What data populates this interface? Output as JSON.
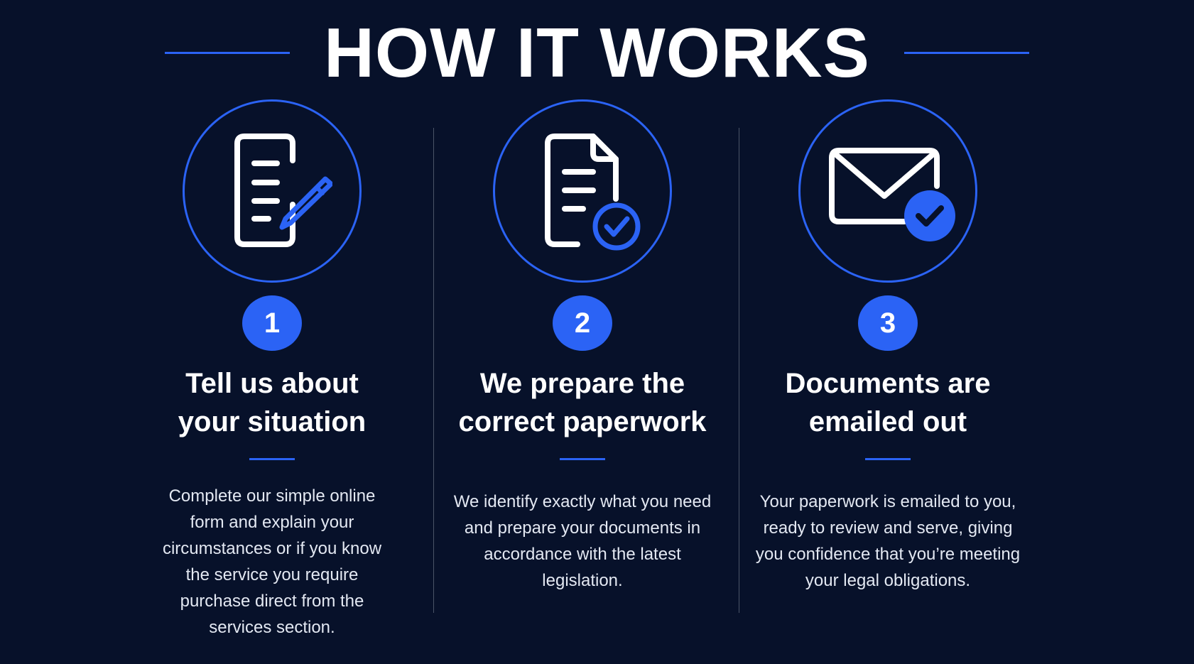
{
  "title": "HOW IT WORKS",
  "colors": {
    "background": "#07112a",
    "accent": "#2b63f5",
    "text": "#ffffff"
  },
  "steps": [
    {
      "number": "1",
      "icon": "document-edit-icon",
      "heading_line1": "Tell us about",
      "heading_line2": "your situation",
      "description": "Complete our simple online form and explain your circumstances or if you know the service you require purchase direct from the services section."
    },
    {
      "number": "2",
      "icon": "document-check-icon",
      "heading_line1": "We prepare the",
      "heading_line2": "correct paperwork",
      "description": "We identify exactly what you need and prepare your documents in accordance with the latest legislation."
    },
    {
      "number": "3",
      "icon": "envelope-check-icon",
      "heading_line1": "Documents are",
      "heading_line2": "emailed out",
      "description": "Your paperwork is emailed to you, ready to review and serve, giving you confidence that you’re meeting your legal obligations."
    }
  ]
}
